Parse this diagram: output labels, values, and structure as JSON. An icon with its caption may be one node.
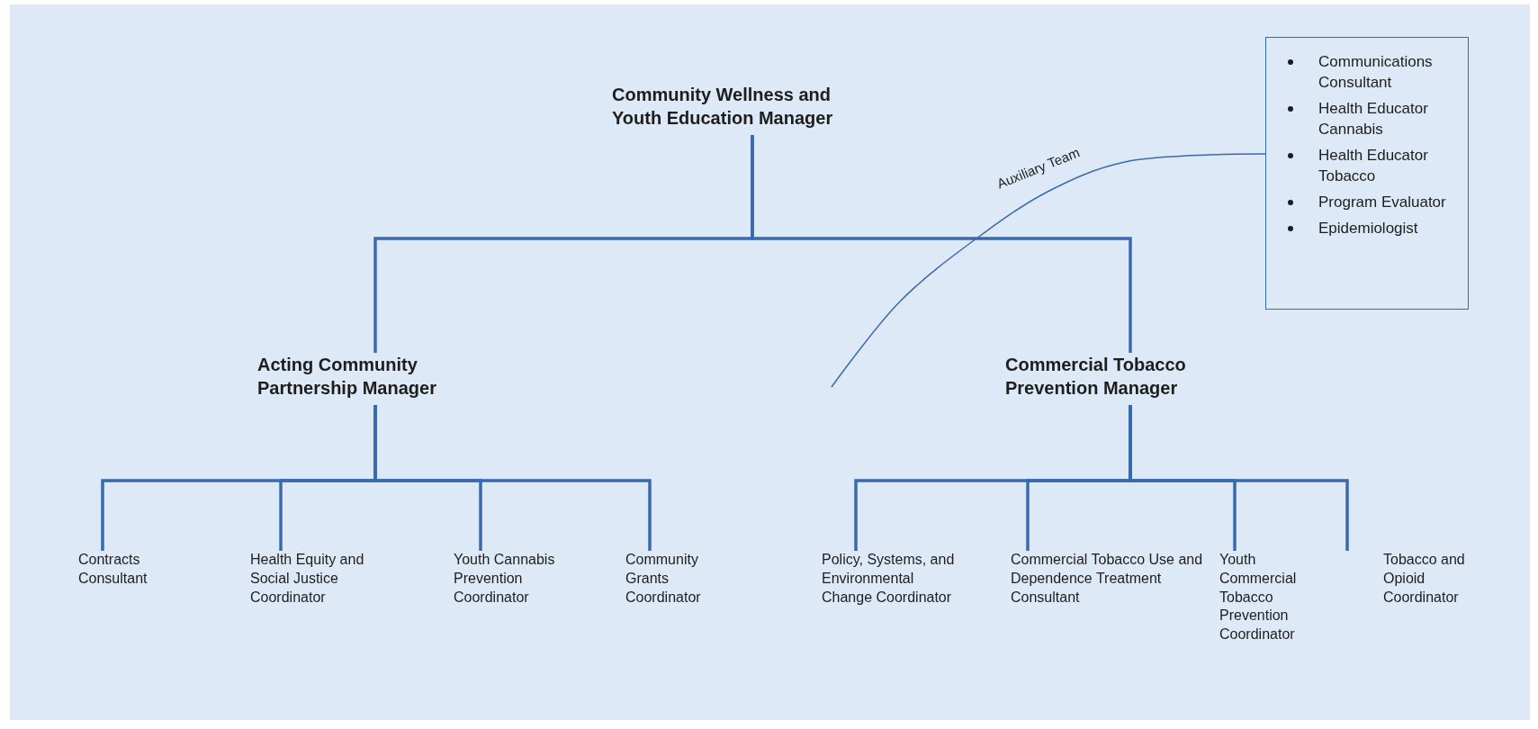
{
  "diagram": {
    "nodes": [
      {
        "text": [
          "Community Wellness and Youth Education Manager"
        ]
      },
      {
        "text": [
          "Acting Community Partnership Manager"
        ]
      },
      {
        "text": [
          "Commercial Tobacco Prevention Manager"
        ]
      },
      {
        "text": [
          "Contracts Consultant"
        ]
      },
      {
        "text": [
          "Health Equity and Social Justice Coordinator"
        ]
      },
      {
        "text": [
          "Youth Cannabis Prevention Coordinator"
        ]
      },
      {
        "text": [
          "Community Grants Coordinator"
        ]
      },
      {
        "text": [
          "Policy, Systems, and Environmental Change Coordinator"
        ]
      },
      {
        "text": [
          "Commercial Tobacco Use and Dependence Treatment Consultant"
        ]
      },
      {
        "text": [
          "Youth Commercial Tobacco Prevention Coordinator"
        ]
      },
      {
        "text": [
          "Tobacco and Opioid Coordinator"
        ]
      },
      {
        "text": [
          "Communications Consultant",
          "Health Educator Cannabis",
          "Health Educator Tobacco",
          "Program Evaluator",
          "Epidemiologist"
        ]
      }
    ],
    "edges": [
      {
        "from": 0,
        "to": 1,
        "arrow": "none"
      },
      {
        "from": 0,
        "to": 2,
        "arrow": "none"
      },
      {
        "from": 1,
        "to": 3,
        "arrow": "none"
      },
      {
        "from": 1,
        "to": 4,
        "arrow": "none"
      },
      {
        "from": 1,
        "to": 5,
        "arrow": "none"
      },
      {
        "from": 1,
        "to": 6,
        "arrow": "none"
      },
      {
        "from": 2,
        "to": 7,
        "arrow": "none"
      },
      {
        "from": 2,
        "to": 8,
        "arrow": "none"
      },
      {
        "from": 2,
        "to": 9,
        "arrow": "none"
      },
      {
        "from": 2,
        "to": 10,
        "arrow": "none"
      },
      {
        "from": 11,
        "to": null,
        "arrow": "none",
        "label": "Auxiliary Team"
      }
    ]
  }
}
